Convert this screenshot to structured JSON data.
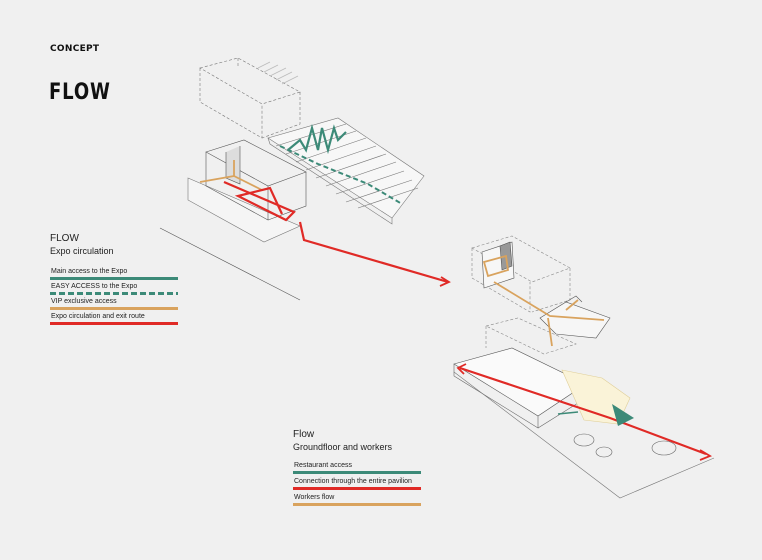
{
  "header": {
    "section": "CONCEPT",
    "title": "FLOW"
  },
  "legend_upper": {
    "title": "FLOW",
    "subtitle": "Expo circulation",
    "items": [
      {
        "label": "Main access to the Expo",
        "color": "#3c8a78",
        "style": "solid"
      },
      {
        "label": "EASY ACCESS to the Expo",
        "color": "#3c8a78",
        "style": "dashed"
      },
      {
        "label": "VIP exclusive access",
        "color": "#d9a35e",
        "style": "solid"
      },
      {
        "label": "Expo circulation and exit route",
        "color": "#e02a26",
        "style": "solid"
      }
    ]
  },
  "legend_lower": {
    "title": "Flow",
    "subtitle": "Groundfloor and workers",
    "items": [
      {
        "label": "Restaurant access",
        "color": "#3c8a78",
        "style": "solid"
      },
      {
        "label": "Connection through the entire pavilion",
        "color": "#e02a26",
        "style": "solid"
      },
      {
        "label": "Workers flow",
        "color": "#d9a35e",
        "style": "solid"
      }
    ]
  },
  "colors": {
    "teal": "#3c8a78",
    "ochre": "#d9a35e",
    "red": "#e02a26",
    "line": "#555555",
    "background": "#f0f0f0"
  }
}
